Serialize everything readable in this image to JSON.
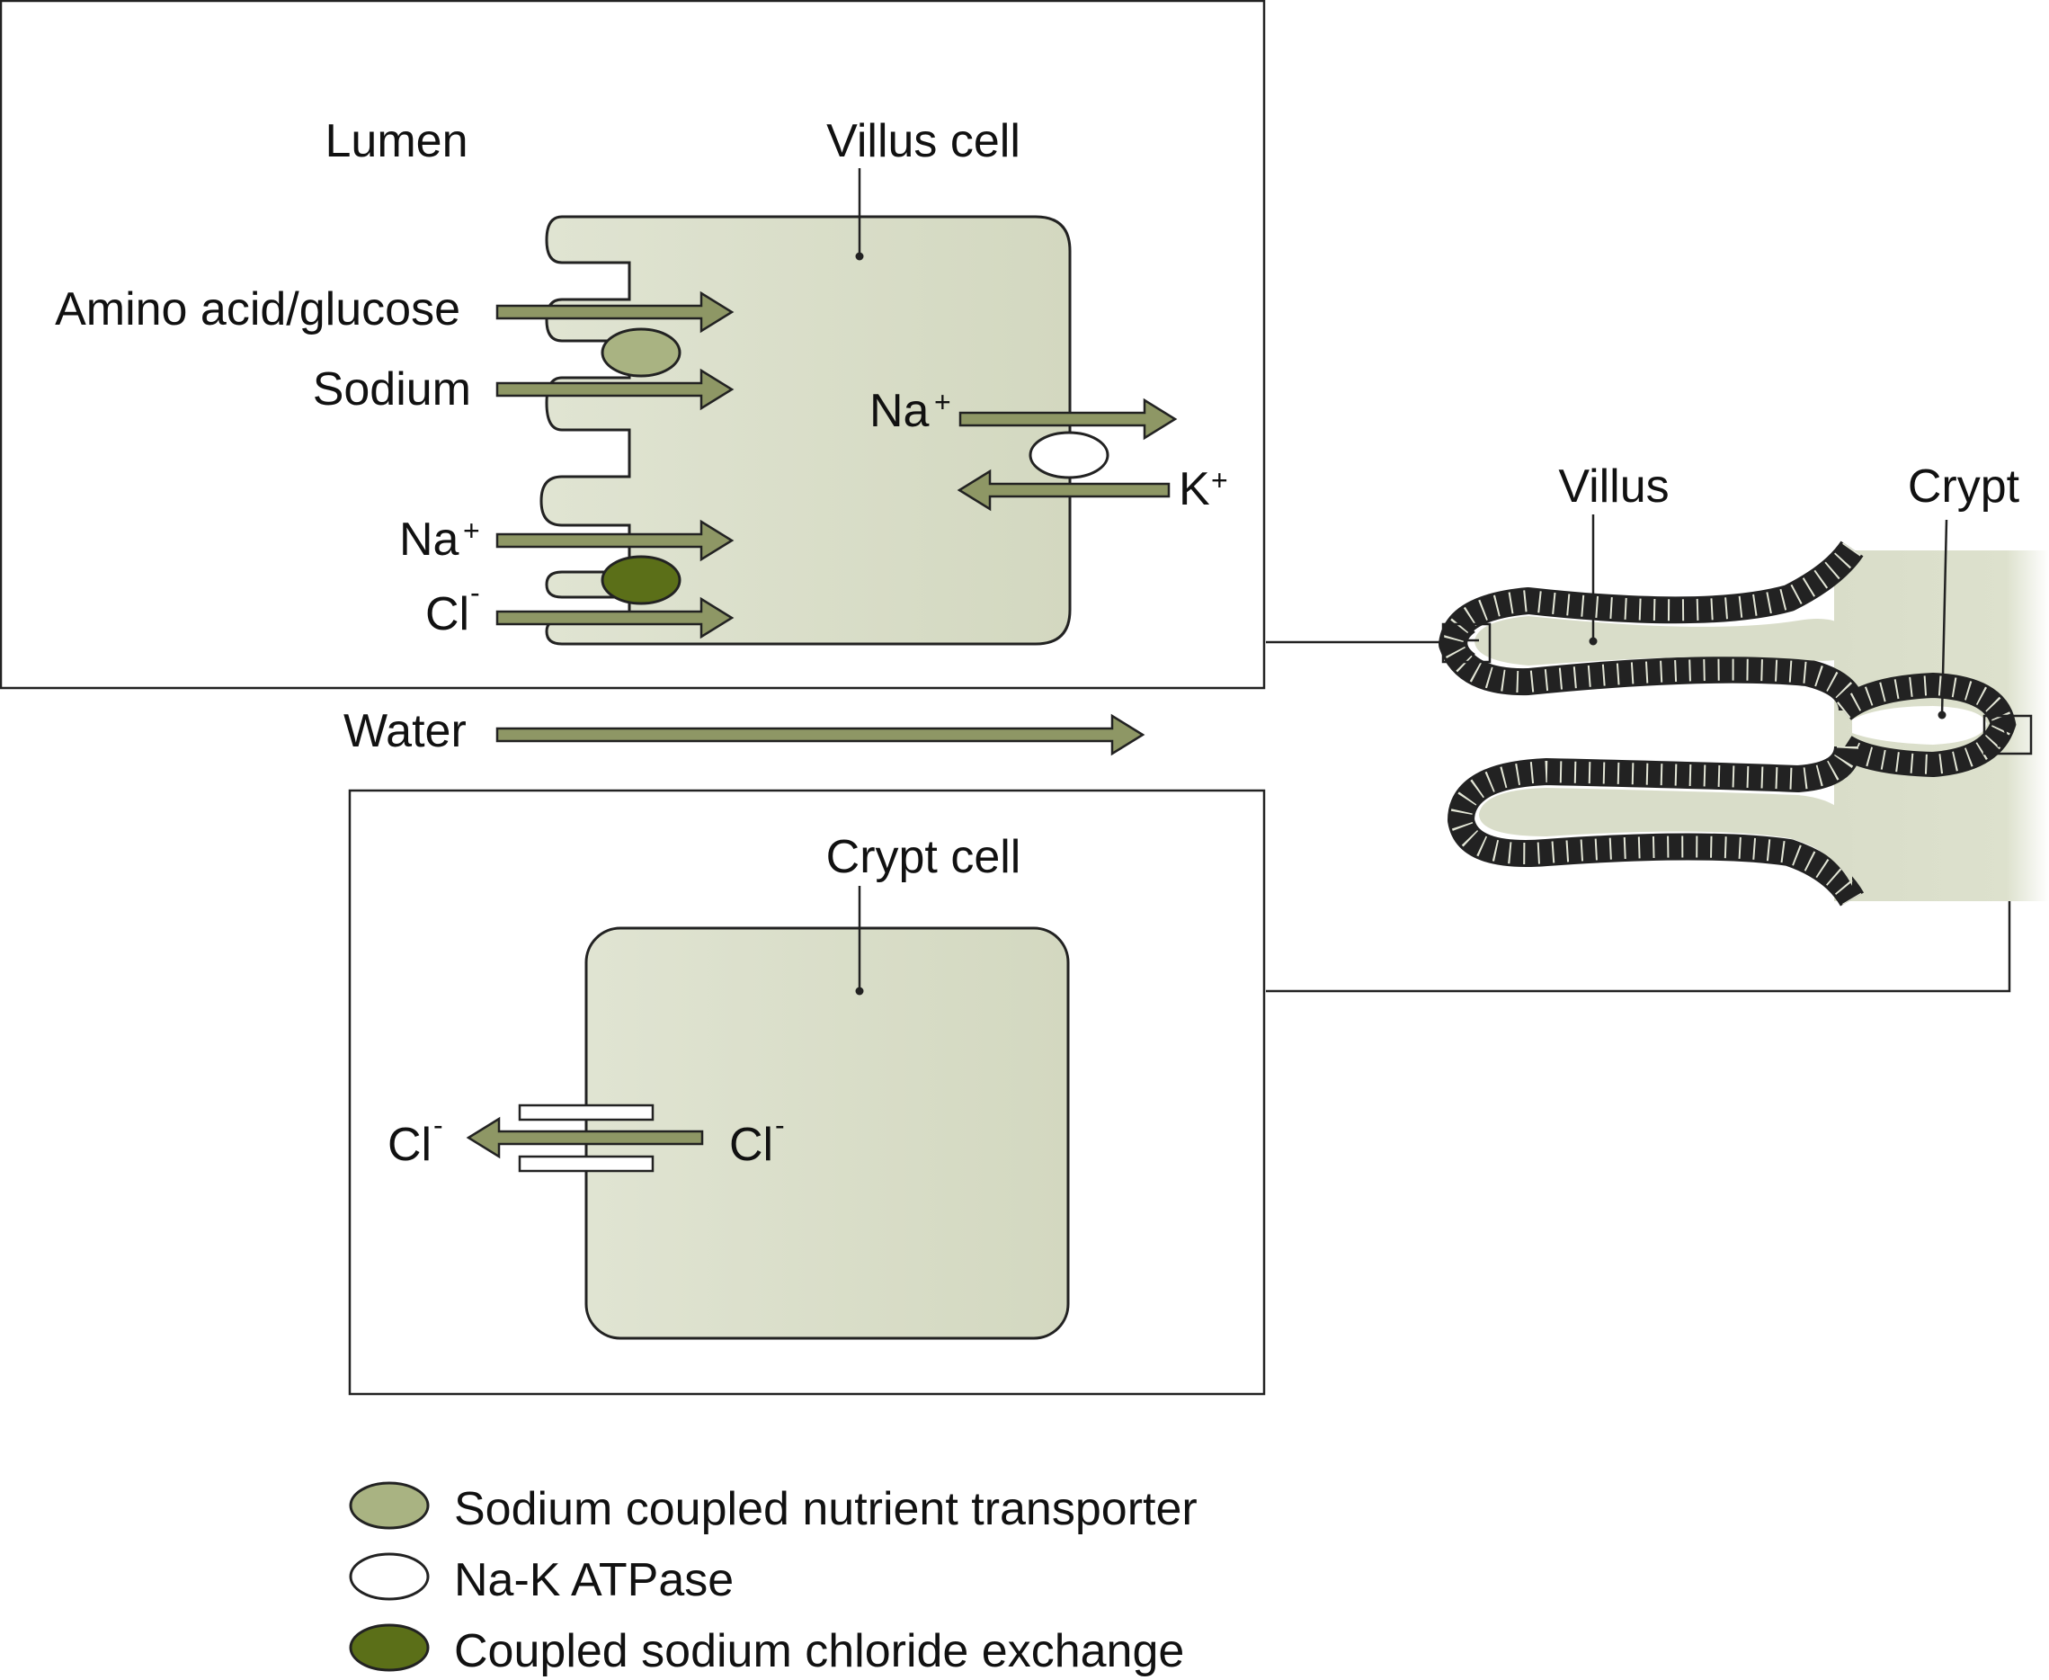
{
  "villus_panel": {
    "lumen_label": "Lumen",
    "cell_label": "Villus cell",
    "amino_label": "Amino acid/glucose",
    "sodium_label": "Sodium",
    "na_label": "Na",
    "na_sup": "+",
    "cl_label": "Cl",
    "cl_sup": "-",
    "pump_na_label": "Na",
    "pump_na_sup": "+",
    "pump_k_label": "K",
    "pump_k_sup": "+"
  },
  "water_label": "Water",
  "crypt_panel": {
    "cell_label": "Crypt cell",
    "cl_out_label": "Cl",
    "cl_out_sup": "-",
    "cl_in_label": "Cl",
    "cl_in_sup": "-"
  },
  "tissue": {
    "villus_label": "Villus",
    "crypt_label": "Crypt"
  },
  "legend": [
    {
      "label": "Sodium coupled nutrient transporter",
      "icon": "light-olive-oval",
      "color": "#a9b382"
    },
    {
      "label": "Na-K ATPase",
      "icon": "white-oval",
      "color": "#ffffff"
    },
    {
      "label": "Coupled sodium chloride exchange",
      "icon": "dark-olive-oval",
      "color": "#5b6f18"
    }
  ],
  "colors": {
    "cell_fill": "#d9ddc9",
    "arrow_fill": "#8e9765",
    "tissue_fill": "#d9ddc9"
  }
}
